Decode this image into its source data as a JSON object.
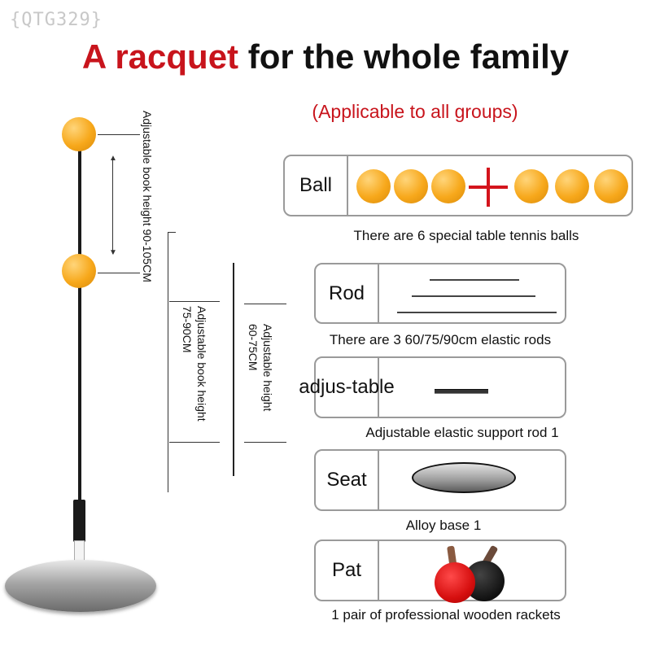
{
  "watermark": "{QTG329}",
  "headline": {
    "accent": "A racquet",
    "rest": " for the whole family"
  },
  "subheadline": "(Applicable to all groups)",
  "side_labels": {
    "outer": "Adjustable book height 90-105CM",
    "middle_line1": "Adjustable book height",
    "middle_line2": "75-90CM",
    "inner_line1": "Adjustable height",
    "inner_line2": "60-75CM"
  },
  "panels": {
    "ball": {
      "label": "Ball",
      "caption": "There are 6 special table tennis balls",
      "left_count": 3,
      "right_count": 3
    },
    "rod": {
      "label": "Rod",
      "caption": "There are 3 60/75/90cm elastic rods",
      "rod_count": 3
    },
    "adjustable": {
      "label_line1": "adjus-",
      "label_line2": "table",
      "caption": "Adjustable elastic support rod 1"
    },
    "seat": {
      "label": "Seat",
      "caption": "Alloy base 1"
    },
    "pat": {
      "label": "Pat",
      "caption": "1 pair of professional wooden rackets"
    }
  },
  "colors": {
    "accent_red": "#c8141c",
    "ball_orange": "#f7a81b",
    "border_gray": "#9a9a9a"
  },
  "icons": [
    "ping-pong-ball-icon",
    "plus-icon",
    "elastic-rod-icon",
    "alloy-base-icon",
    "racket-icon"
  ]
}
